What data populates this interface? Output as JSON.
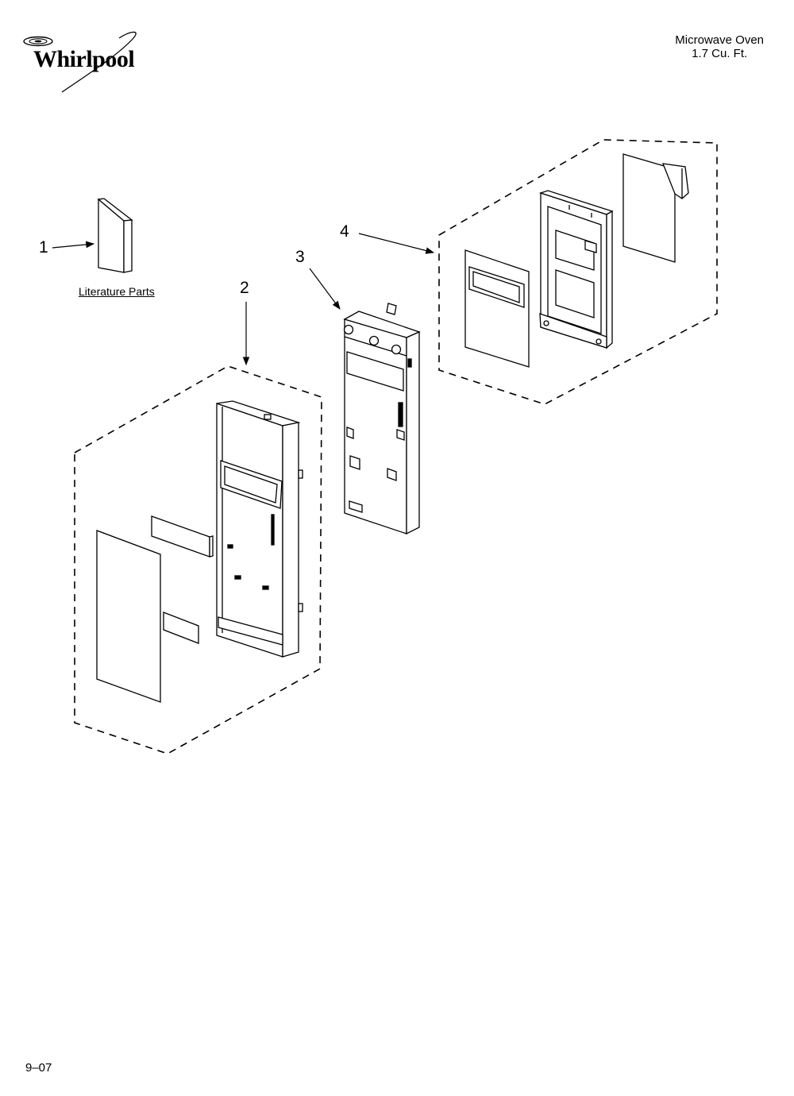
{
  "brand": {
    "name": "Whirlpool"
  },
  "header": {
    "product_line1": "Microwave Oven",
    "product_line2": "1.7 Cu. Ft."
  },
  "callouts": [
    "1",
    "2",
    "3",
    "4"
  ],
  "literature_label": "Literature Parts",
  "footer": {
    "page_code": "9–07"
  },
  "colors": {
    "line": "#000000",
    "background": "#ffffff"
  }
}
